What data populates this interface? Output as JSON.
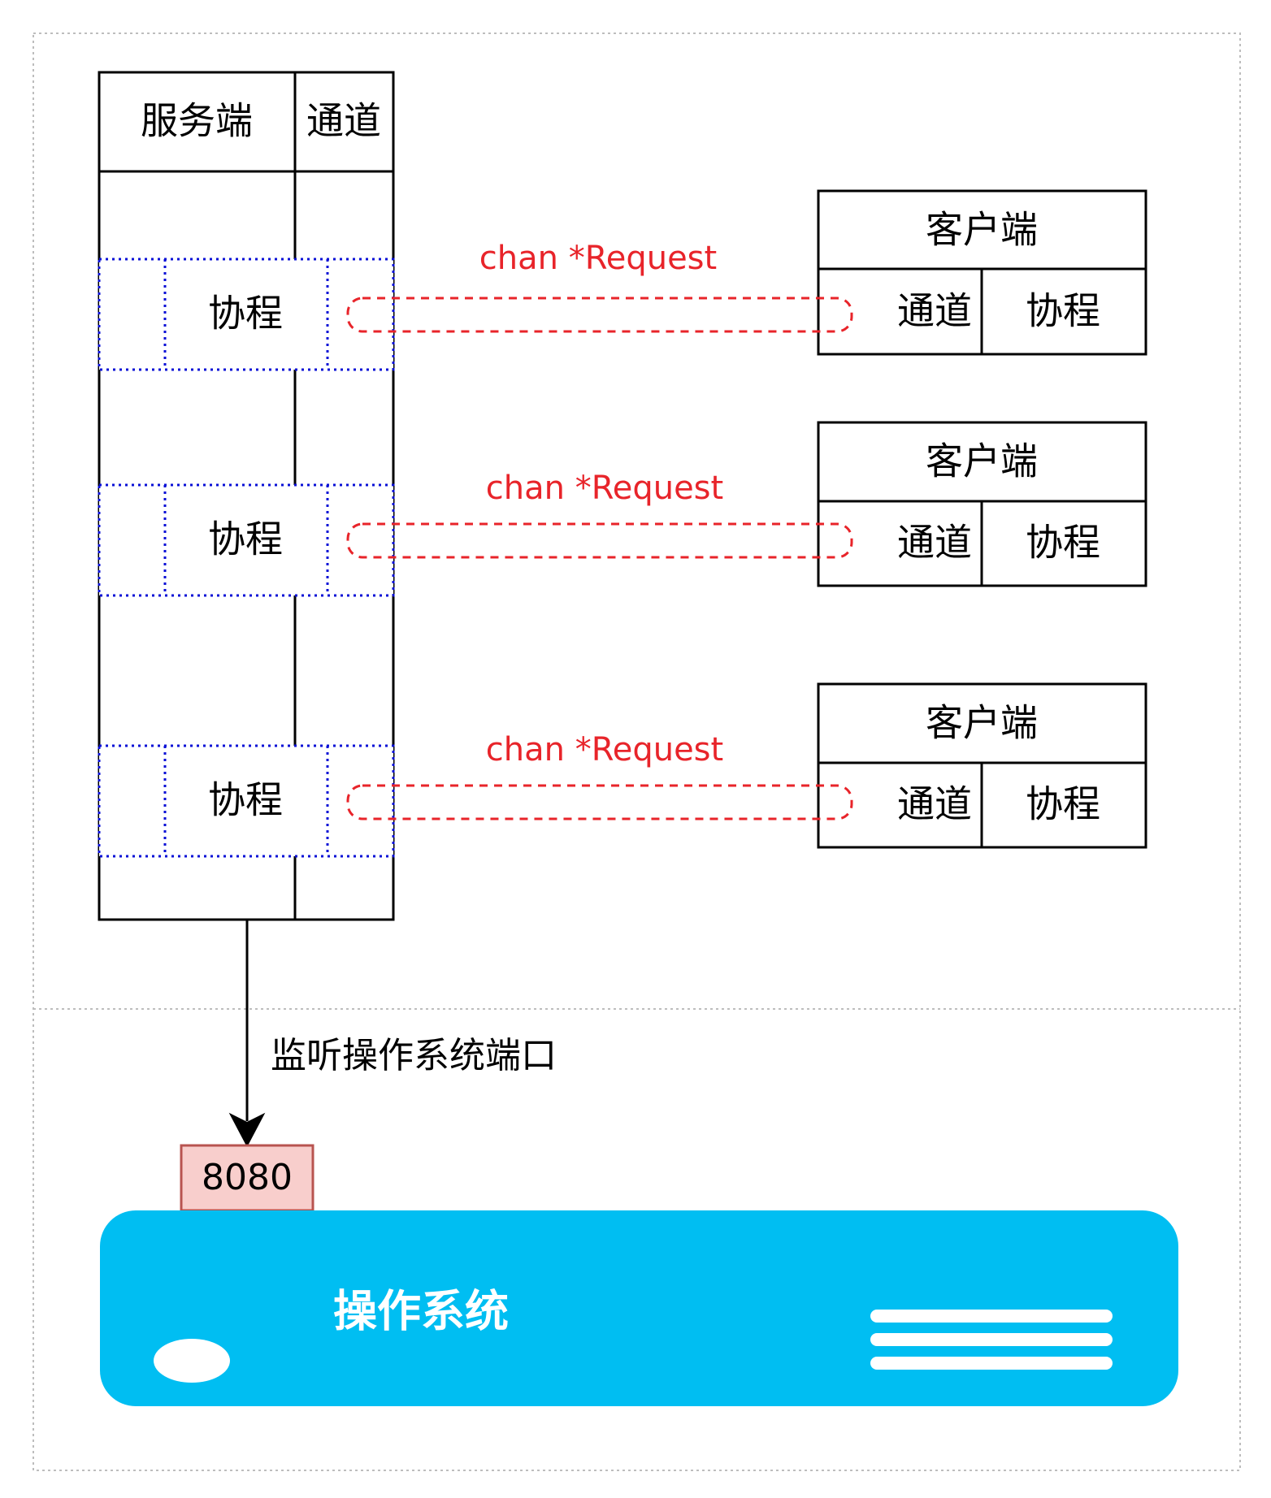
{
  "server": {
    "title": "服务端",
    "channel_header": "通道",
    "goroutines": [
      "协程",
      "协程",
      "协程"
    ]
  },
  "clients": [
    {
      "title": "客户端",
      "channel": "通道",
      "goroutine": "协程"
    },
    {
      "title": "客户端",
      "channel": "通道",
      "goroutine": "协程"
    },
    {
      "title": "客户端",
      "channel": "通道",
      "goroutine": "协程"
    }
  ],
  "connections": [
    {
      "label": "chan *Request"
    },
    {
      "label": "chan *Request"
    },
    {
      "label": "chan *Request"
    }
  ],
  "listen_label": "监听操作系统端口",
  "port": {
    "label": "8080"
  },
  "os": {
    "label": "操作系统"
  },
  "colors": {
    "connection": "#e8242a",
    "goroutine_border": "#0a10d6",
    "port_fill": "#f8cecc",
    "port_border": "#b85450",
    "os_fill": "#00bef2"
  }
}
